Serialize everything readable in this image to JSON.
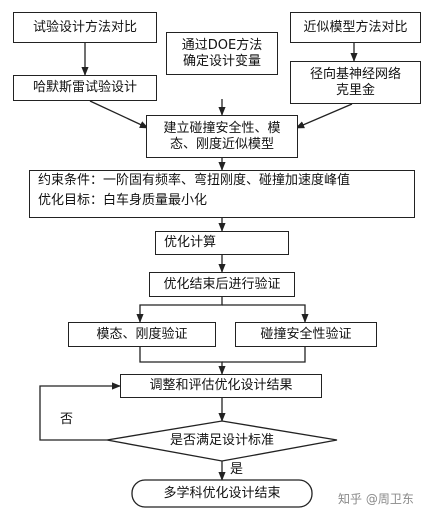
{
  "nodes": {
    "doe_comparison": "试验设计方法对比",
    "hammersley": "哈默斯雷试验设计",
    "doe_determine_line1": "通过DOE方法",
    "doe_determine_line2": "确定设计变量",
    "approx_model_comparison": "近似模型方法对比",
    "rbf_kriging_line1": "径向基神经网络",
    "rbf_kriging_line2": "克里金",
    "build_model_line1": "建立碰撞安全性、模",
    "build_model_line2": "态、刚度近似模型",
    "constraints": "约束条件：一阶固有频率、弯扭刚度、碰撞加速度峰值",
    "objective": "优化目标：白车身质量最小化",
    "optimization": "优化计算",
    "verify_after": "优化结束后进行验证",
    "modal_stiffness_verify": "模态、刚度验证",
    "crash_safety_verify": "碰撞安全性验证",
    "adjust_evaluate": "调整和评估优化设计结果",
    "meets_standard": "是否满足设计标准",
    "end": "多学科优化设计结束"
  },
  "edge_labels": {
    "no": "否",
    "yes": "是"
  },
  "watermark": "知乎 @周卫东"
}
